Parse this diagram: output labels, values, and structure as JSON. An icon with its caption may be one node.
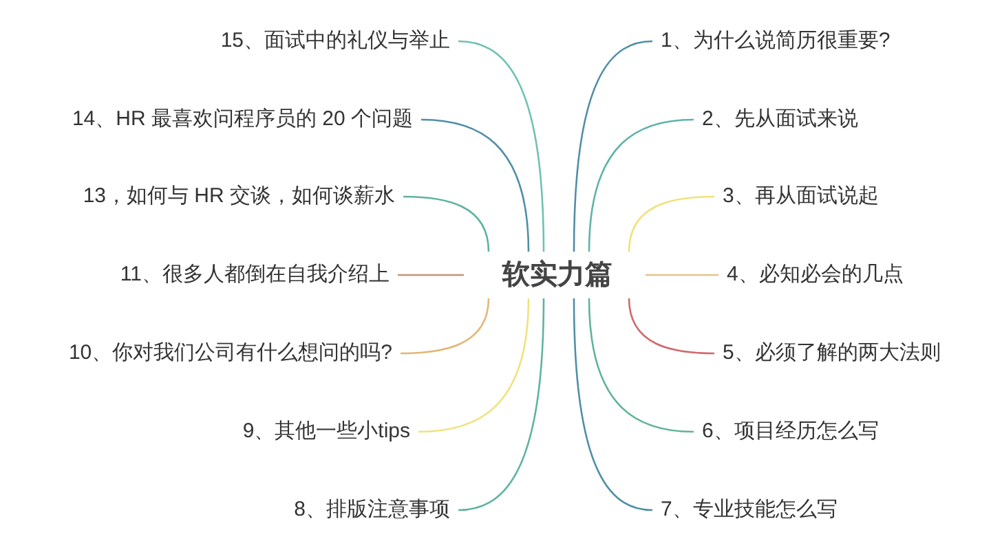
{
  "diagram": {
    "nodes": [
      {
        "text": [
          "软实力篇"
        ]
      },
      {
        "text": [
          "1、为什么说简历很重要?"
        ]
      },
      {
        "text": [
          "2、先从面试来说"
        ]
      },
      {
        "text": [
          "3、再从面试说起"
        ]
      },
      {
        "text": [
          "4、必知必会的几点"
        ]
      },
      {
        "text": [
          "5、必须了解的两大法则"
        ]
      },
      {
        "text": [
          "6、项目经历怎么写"
        ]
      },
      {
        "text": [
          "7、专业技能怎么写"
        ]
      },
      {
        "text": [
          "15、面试中的礼仪与举止"
        ]
      },
      {
        "text": [
          "14、HR 最喜欢问程序员的 20 个问题"
        ]
      },
      {
        "text": [
          "13，如何与 HR 交谈，如何谈薪水"
        ]
      },
      {
        "text": [
          "11、很多人都倒在自我介绍上"
        ]
      },
      {
        "text": [
          "10、你对我们公司有什么想问的吗?"
        ]
      },
      {
        "text": [
          "9、其他一些小tips"
        ]
      },
      {
        "text": [
          "8、排版注意事项"
        ]
      }
    ],
    "edges": [
      {
        "from": 0,
        "to": 1,
        "arrow": "none",
        "color": "#4f8fa6"
      },
      {
        "from": 0,
        "to": 2,
        "arrow": "none",
        "color": "#5fb3a8"
      },
      {
        "from": 0,
        "to": 3,
        "arrow": "none",
        "color": "#f0e27a"
      },
      {
        "from": 0,
        "to": 4,
        "arrow": "none",
        "color": "#e2c48a"
      },
      {
        "from": 0,
        "to": 5,
        "arrow": "none",
        "color": "#d06a6a"
      },
      {
        "from": 0,
        "to": 6,
        "arrow": "none",
        "color": "#5fb39a"
      },
      {
        "from": 0,
        "to": 7,
        "arrow": "none",
        "color": "#4f8fa6"
      },
      {
        "from": 0,
        "to": 8,
        "arrow": "none",
        "color": "#6fc2b2"
      },
      {
        "from": 0,
        "to": 9,
        "arrow": "none",
        "color": "#4f8fa6"
      },
      {
        "from": 0,
        "to": 10,
        "arrow": "none",
        "color": "#5fb3a0"
      },
      {
        "from": 0,
        "to": 11,
        "arrow": "none",
        "color": "#c4907e"
      },
      {
        "from": 0,
        "to": 12,
        "arrow": "none",
        "color": "#e2b878"
      },
      {
        "from": 0,
        "to": 13,
        "arrow": "none",
        "color": "#f0e27a"
      },
      {
        "from": 0,
        "to": 14,
        "arrow": "none",
        "color": "#5fb3a0"
      }
    ]
  }
}
